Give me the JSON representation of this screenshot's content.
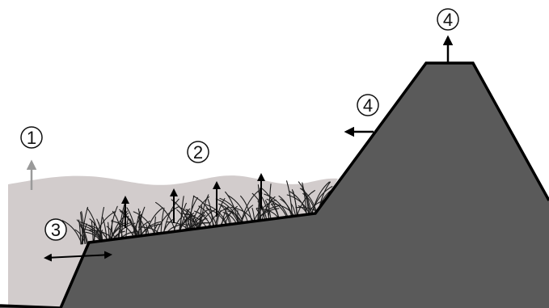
{
  "colors": {
    "background": "#ffffff",
    "water_fill": "#d2cccc",
    "dune_fill": "#5a5a5a",
    "outline": "#000000",
    "arrow_black": "#000000",
    "arrow_grey": "#9a9a9a",
    "grass": "#1c1c1c"
  },
  "labels": {
    "one": "1",
    "two": "2",
    "three": "3",
    "four_slope": "4",
    "four_top": "4"
  },
  "icons": {
    "grey_up_arrow": "arrow-up-icon",
    "grass_arrows": "arrow-up-icon",
    "horizontal_double_arrow": "arrow-left-right-icon",
    "slope_arrow": "arrow-left-icon",
    "top_arrow": "arrow-up-icon"
  }
}
